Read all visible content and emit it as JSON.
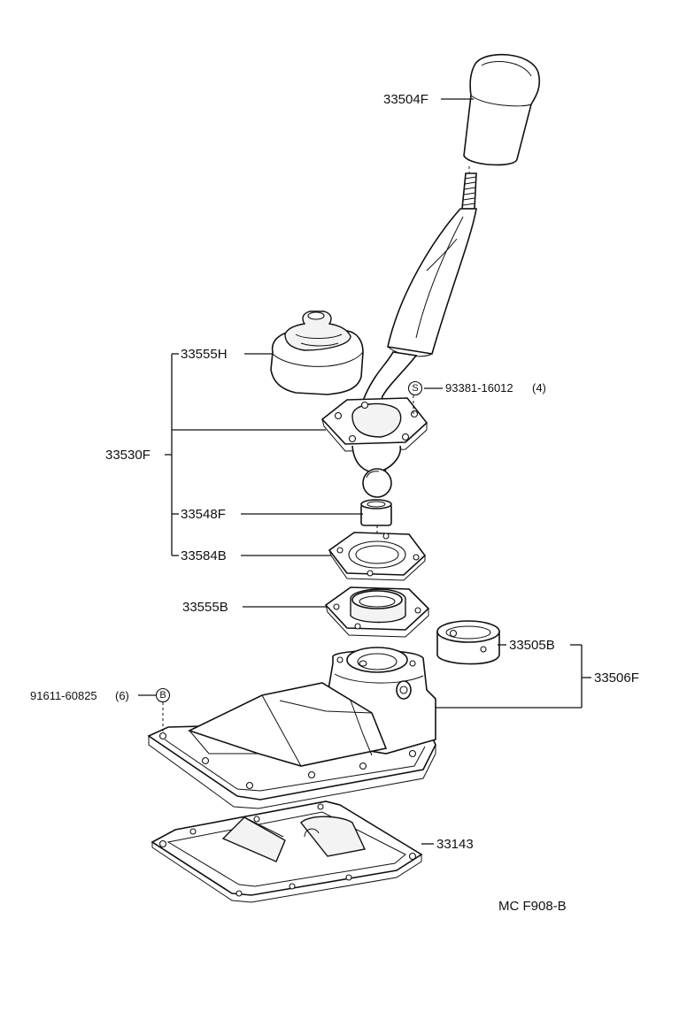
{
  "labels": {
    "shift_knob": "33504F",
    "boot": "33555H",
    "lever_assy": "33530F",
    "screw": "93381-16012",
    "screw_qty": "(4)",
    "screw_symbol": "S",
    "bushing": "33548F",
    "gasket_upper": "33584B",
    "retainer": "33555B",
    "seat": "33505B",
    "housing": "33506F",
    "bolt": "91611-60825",
    "bolt_qty": "(6)",
    "bolt_symbol": "B",
    "cover_gasket": "33143",
    "figure_code": "MC F908-B"
  }
}
